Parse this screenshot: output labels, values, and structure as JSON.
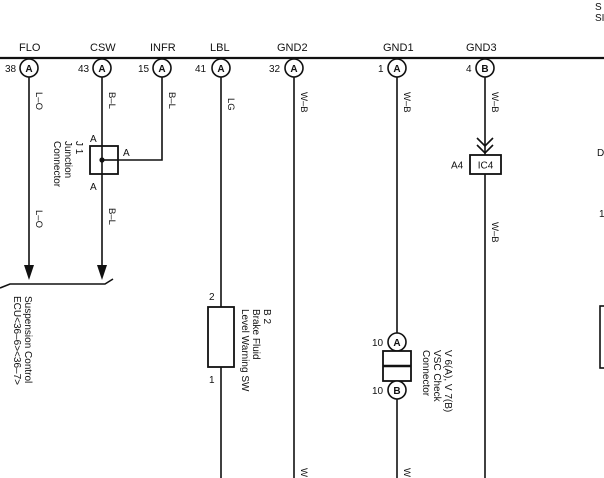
{
  "signals": [
    {
      "key": "flo",
      "label": "FLO",
      "pin": "38",
      "conn": "A",
      "wire": "L–O"
    },
    {
      "key": "csw",
      "label": "CSW",
      "pin": "43",
      "conn": "A",
      "wire": "B–L"
    },
    {
      "key": "infr",
      "label": "INFR",
      "pin": "15",
      "conn": "A",
      "wire": "B–L"
    },
    {
      "key": "lbl",
      "label": "LBL",
      "pin": "41",
      "conn": "A",
      "wire": "LG"
    },
    {
      "key": "gnd2",
      "label": "GND2",
      "pin": "32",
      "conn": "A",
      "wire": "W–B"
    },
    {
      "key": "gnd1",
      "label": "GND1",
      "pin": "1",
      "conn": "A",
      "wire": "W–B"
    },
    {
      "key": "gnd3",
      "label": "GND3",
      "pin": "4",
      "conn": "B",
      "wire": "W–B"
    }
  ],
  "junction": {
    "line1": "J 1",
    "line2": "Junction",
    "line3": "Connector",
    "pin_a": "A"
  },
  "lower_wires": {
    "flo": "L–O",
    "csw": "B–L",
    "gnd3": "W–B",
    "bottom_w": "W"
  },
  "suspension": {
    "line1": "Suspension Control",
    "line2": "ECU<36–6><36–7>"
  },
  "brake_switch": {
    "pin_top": "2",
    "pin_bottom": "1",
    "line1": "B 2",
    "line2": "Brake Fluid",
    "line3": "Level Warning SW"
  },
  "vsc": {
    "pin_top": "10",
    "conn_top": "A",
    "pin_bottom": "10",
    "conn_bottom": "B",
    "line1": "V 6(A), V 7(B)",
    "line2": "VSC Check",
    "line3": "Connector"
  },
  "ic4": {
    "label": "IC4",
    "pin": "A4"
  },
  "edge": {
    "top_s1": "S",
    "top_s2": "SI",
    "mid_d": "D",
    "mid_1": "1"
  }
}
